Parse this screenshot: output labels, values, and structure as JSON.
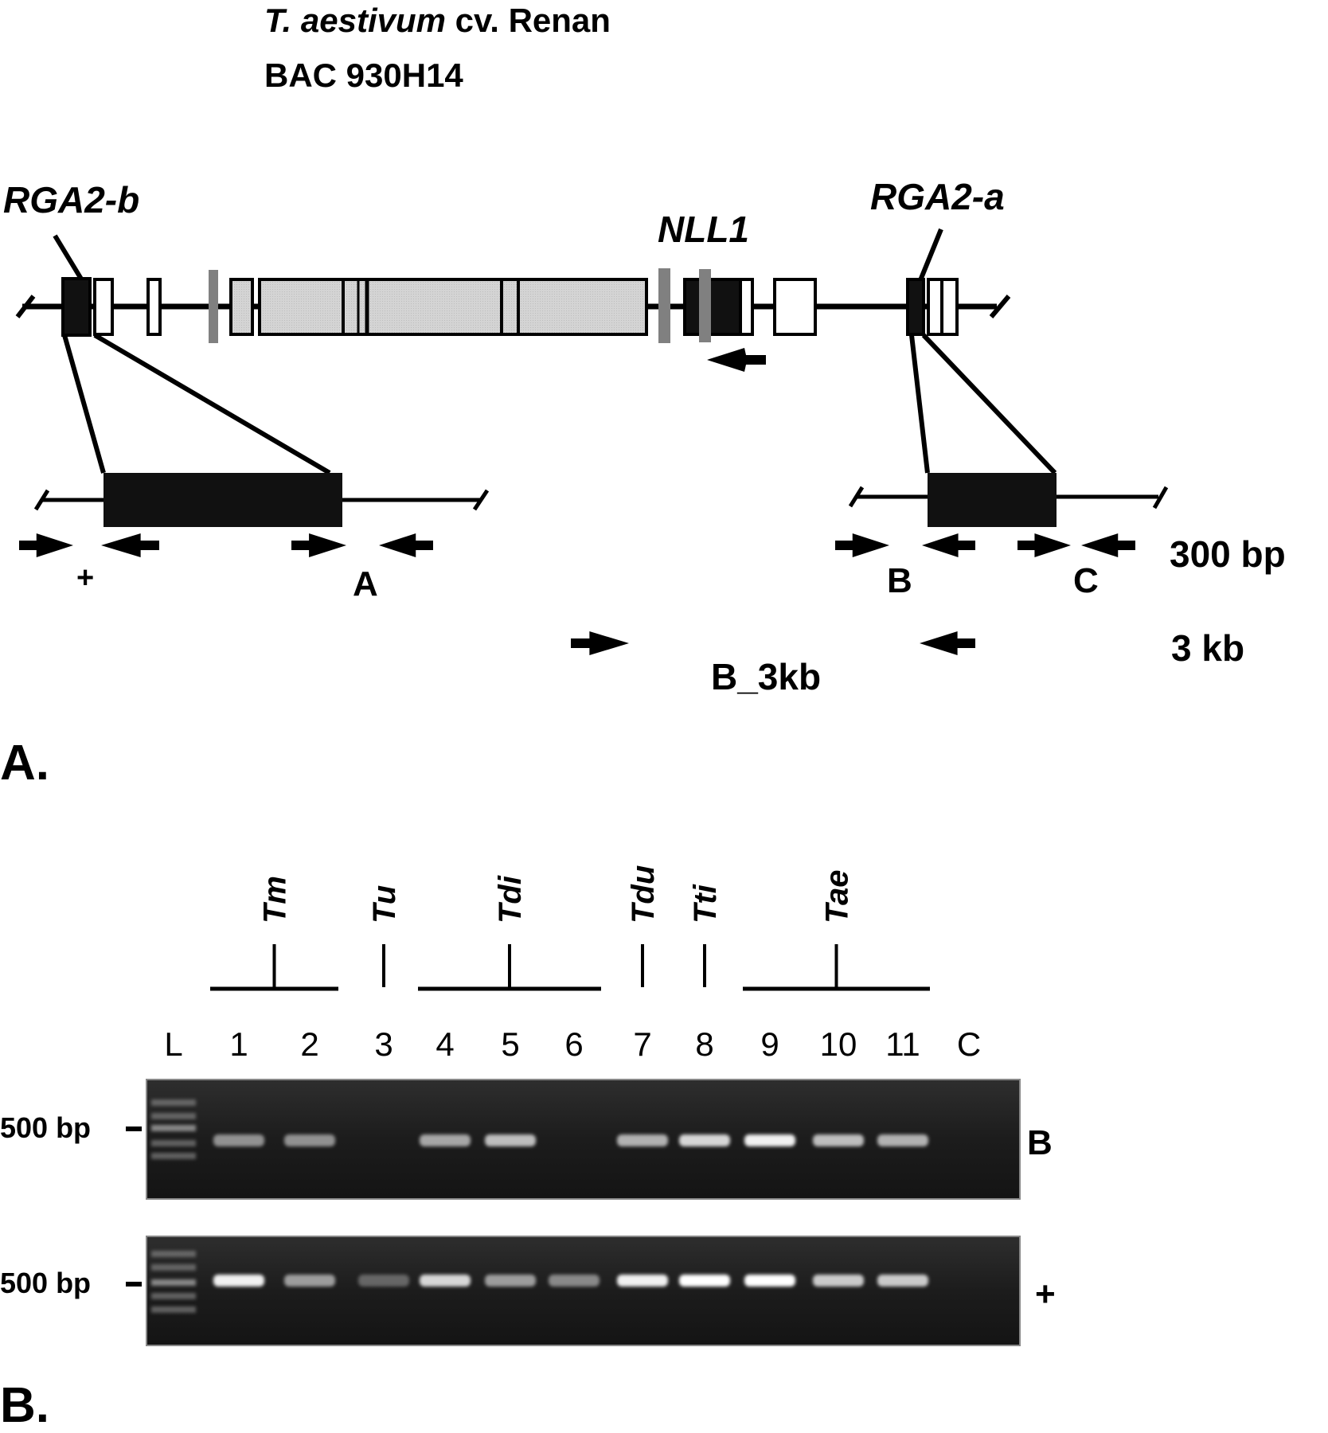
{
  "panel_a": {
    "title_species": "T. aestivum",
    "title_rest": " cv. Renan",
    "title_bac": "BAC 930H14",
    "gene_labels": {
      "rga2b": "RGA2-b",
      "nll1": "NLL1",
      "rga2a": "RGA2-a"
    },
    "primer_labels": {
      "plus": "+",
      "a": "A",
      "b": "B",
      "c": "C",
      "b3kb": "B_3kb"
    },
    "size_labels": {
      "bp300": "300 bp",
      "kb3": "3 kb"
    },
    "panel_letter": "A."
  },
  "panel_b": {
    "species": [
      {
        "label": "Tm",
        "lanes": [
          1,
          2
        ]
      },
      {
        "label": "Tu",
        "lanes": [
          3
        ]
      },
      {
        "label": "Tdi",
        "lanes": [
          4,
          5,
          6
        ]
      },
      {
        "label": "Tdu",
        "lanes": [
          7
        ]
      },
      {
        "label": "Tti",
        "lanes": [
          8
        ]
      },
      {
        "label": "Tae",
        "lanes": [
          9,
          10,
          11
        ]
      }
    ],
    "lanes": [
      "L",
      "1",
      "2",
      "3",
      "4",
      "5",
      "6",
      "7",
      "8",
      "9",
      "10",
      "11",
      "C"
    ],
    "marker_label": "500 bp",
    "gels": [
      {
        "name": "B",
        "band_intensity": [
          0,
          0.55,
          0.55,
          0,
          0.65,
          0.75,
          0,
          0.7,
          0.85,
          0.95,
          0.75,
          0.7,
          0
        ]
      },
      {
        "name": "+",
        "band_intensity": [
          0,
          0.95,
          0.6,
          0.3,
          0.85,
          0.6,
          0.5,
          0.95,
          1.0,
          1.0,
          0.8,
          0.8,
          0
        ]
      }
    ],
    "panel_letter": "B."
  }
}
